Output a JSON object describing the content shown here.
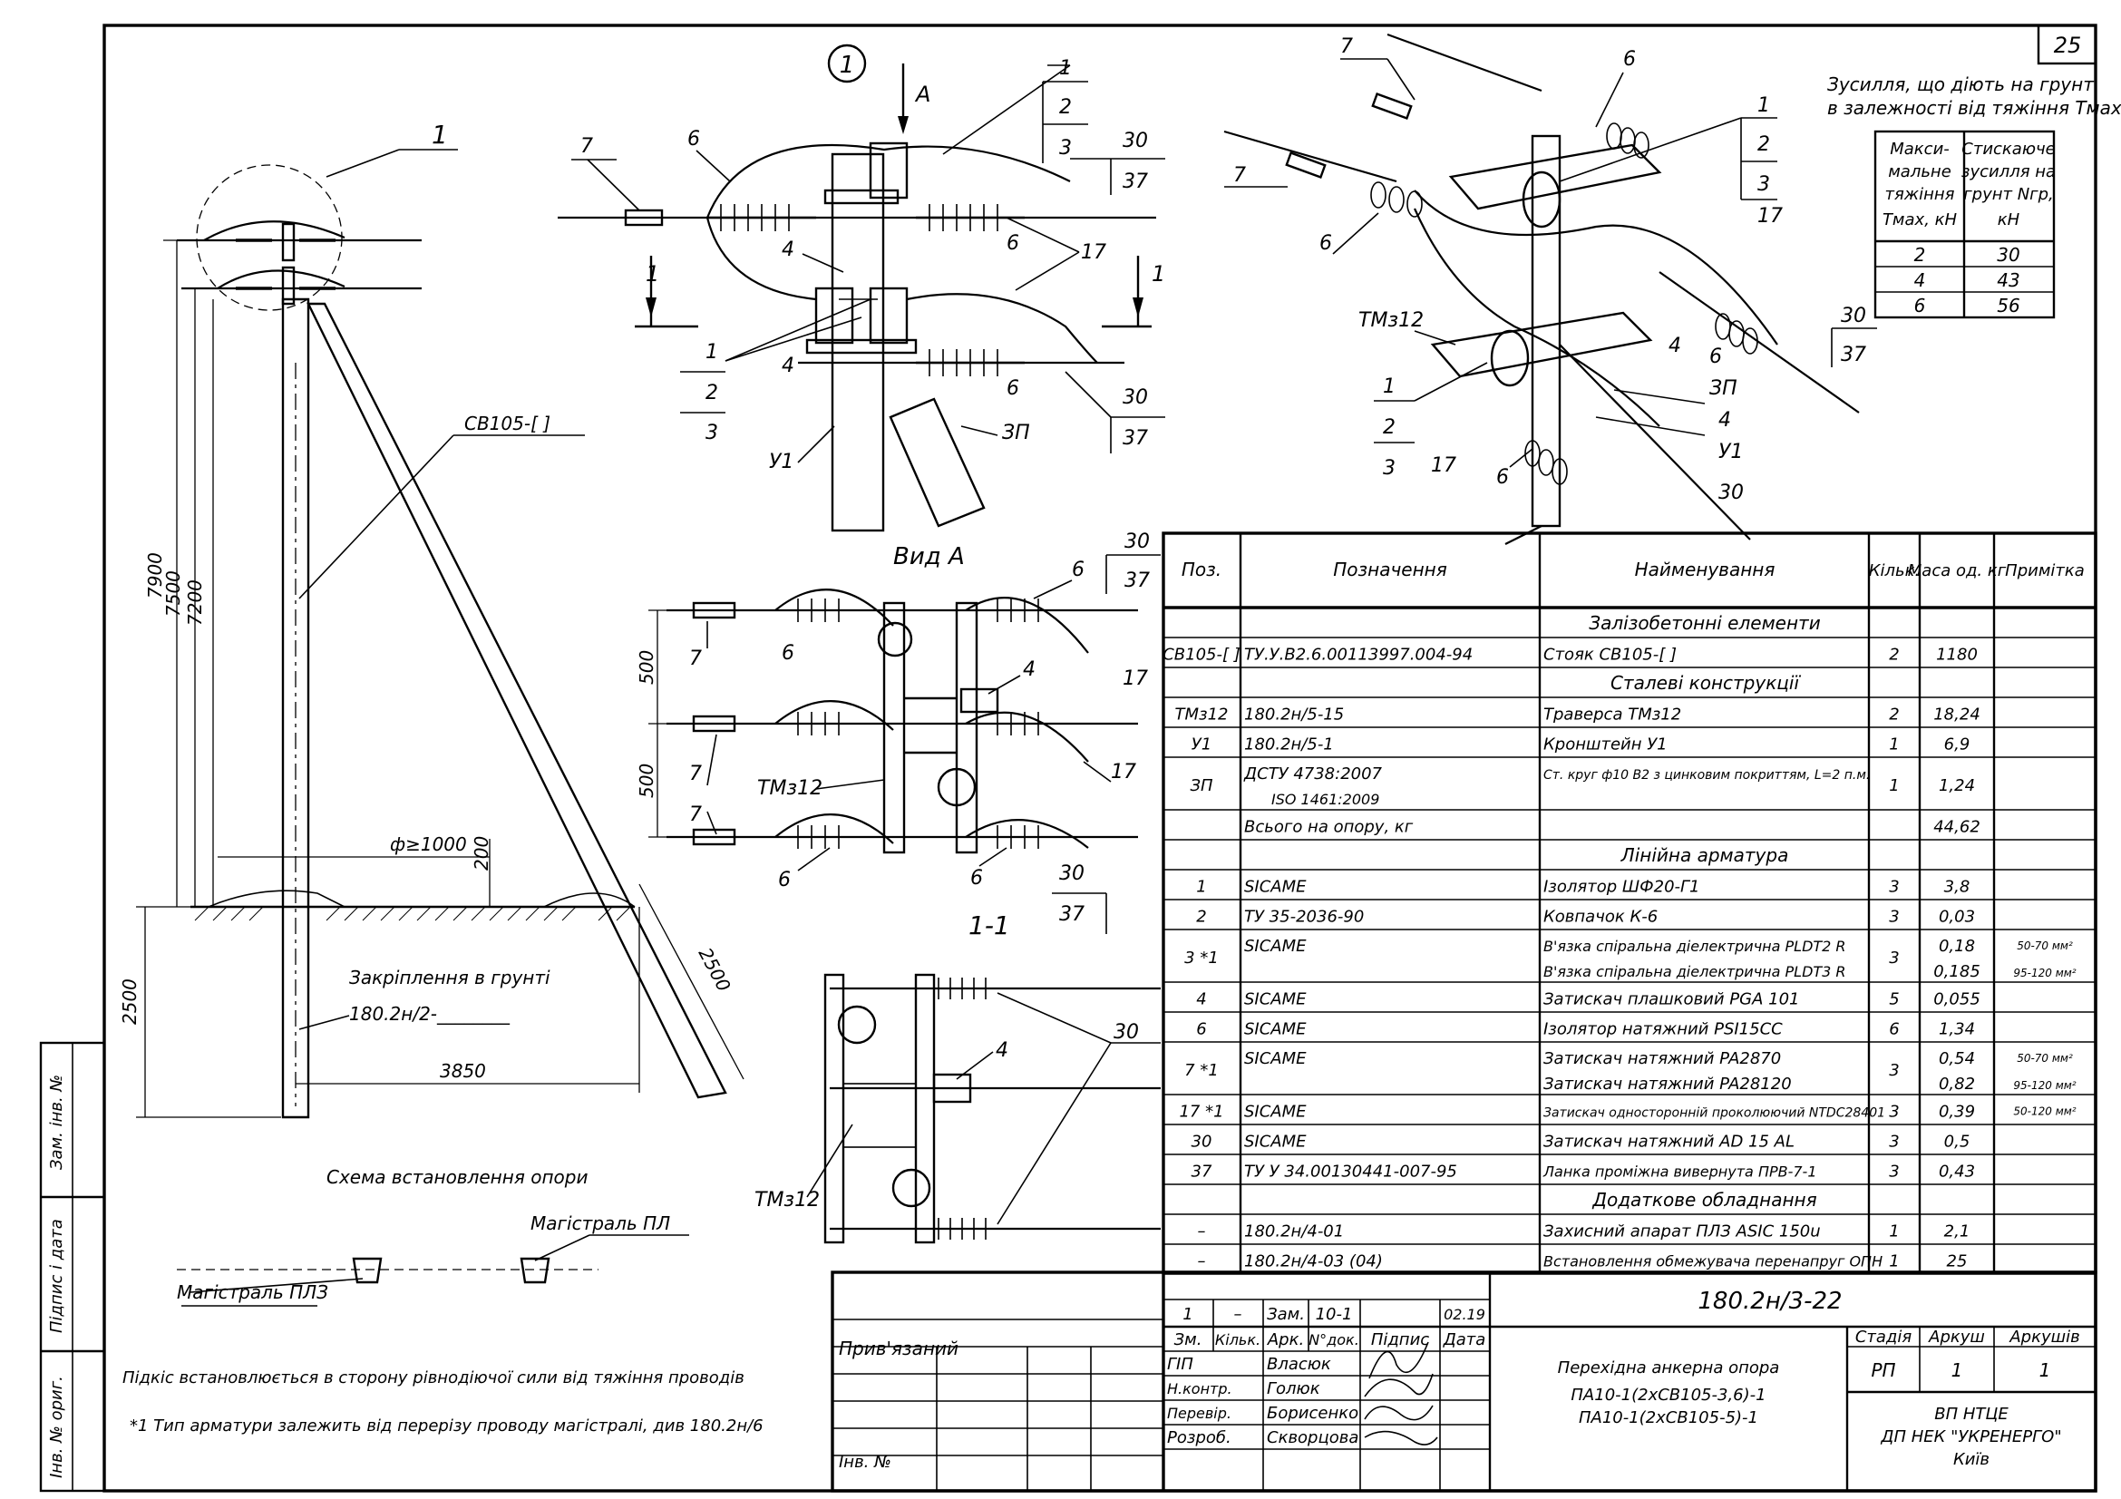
{
  "sheet": {
    "page_number": "25",
    "drawing_code": "180.2н/3-22",
    "title_lines": [
      "Перехідна анкерна опора",
      "ПА10-1(2хСВ105-3,6)-1",
      "ПА10-1(2хСВ105-5)-1"
    ],
    "org_lines": [
      "ВП НТЦЕ",
      "ДП НЕК \"УКРЕНЕРГО\"",
      "Київ"
    ],
    "bound_label": "Прив'язаний",
    "inv_label": "Інв. №",
    "stage_label": "Стадія",
    "sheet_label": "Аркуш",
    "sheets_label": "Аркушів",
    "stage_value": "РП",
    "sheet_value": "1",
    "sheets_value": "1"
  },
  "revision": {
    "values": [
      "1",
      "–",
      "Зам.",
      "10-1",
      "",
      "02.19"
    ],
    "headers": [
      "Зм.",
      "Кільк.",
      "Арк.",
      "N°док.",
      "Підпис",
      "Дата"
    ]
  },
  "signatures": [
    {
      "role": "ГІП",
      "name": "Власюк"
    },
    {
      "role": "Н.контр.",
      "name": "Голюк"
    },
    {
      "role": "Перевір.",
      "name": "Борисенко"
    },
    {
      "role": "Розроб.",
      "name": "Скворцова"
    }
  ],
  "side_stamp": [
    "Інв. № ориг.",
    "Підпис і дата",
    "Зам. інв. №"
  ],
  "notes": {
    "scheme_caption": "Схема встановлення опори",
    "brace_note": "Підкіс встановлюється в сторону рівнодіючої сили від тяжіння проводів",
    "footnote": "*1 Тип арматури залежить від перерізу проводу магістралі, див 180.2н/6",
    "line_vl": "Магістраль ПЛ",
    "line_plz": "Магістраль ПЛЗ",
    "fixing_label": "Закріплення в грунті",
    "fixing_ref": "180.2н/2-________"
  },
  "view_labels": {
    "view_a": "Вид А",
    "section_11": "1-1",
    "callout_1": "1",
    "arrow_a": "А",
    "section_mark": "1"
  },
  "dims": {
    "h7900": "7900",
    "h7500": "7500",
    "h7200": "7200",
    "h2500": "2500",
    "d3850": "3850",
    "d2500b": "2500",
    "d200": "200",
    "diam": "ф≥1000",
    "s500a": "500",
    "s500b": "500",
    "pole_label": "СВ105-[        ]"
  },
  "force_table": {
    "caption": [
      "Зусилля, що діють на грунт",
      "в залежності від тяжіння Tмах"
    ],
    "headers": [
      [
        "Макси-",
        "мальне",
        "тяжіння",
        "Tмах, кН"
      ],
      [
        "Стискаюче",
        "зусилля на",
        "грунт Nгр,",
        "кН"
      ]
    ],
    "rows": [
      [
        "2",
        "30"
      ],
      [
        "4",
        "43"
      ],
      [
        "6",
        "56"
      ]
    ]
  },
  "spec": {
    "headers": [
      "Поз.",
      "Позначення",
      "Найменування",
      "Кільк.",
      "Маса од. кг",
      "Примітка"
    ],
    "rows": [
      {
        "section": "Залізобетонні елементи"
      },
      {
        "pos": "СВ105-[  ]",
        "code": "ТУ.У.В2.6.00113997.004-94",
        "name": "Стояк СВ105-[            ]",
        "qty": "2",
        "mass": "1180",
        "note": ""
      },
      {
        "section": "Сталеві конструкції"
      },
      {
        "pos": "ТМз12",
        "code": "180.2н/5-15",
        "name": "Траверса ТМз12",
        "qty": "2",
        "mass": "18,24",
        "note": ""
      },
      {
        "pos": "У1",
        "code": "180.2н/5-1",
        "name": "Кронштейн У1",
        "qty": "1",
        "mass": "6,9",
        "note": ""
      },
      {
        "pos": "ЗП",
        "code": "ДСТУ 4738:2007",
        "code2": "ISO 1461:2009",
        "name": "Ст. круг ф10 В2 з цинковим покриттям, L=2 п.м.",
        "qty": "1",
        "mass": "1,24",
        "note": ""
      },
      {
        "pos": "",
        "code": "Всього на опору, кг",
        "name": "",
        "qty": "",
        "mass": "44,62",
        "note": ""
      },
      {
        "section": "Лінійна арматура"
      },
      {
        "pos": "1",
        "code": "SICAME",
        "name": "Ізолятор ШФ20-Г1",
        "qty": "3",
        "mass": "3,8",
        "note": ""
      },
      {
        "pos": "2",
        "code": "ТУ 35-2036-90",
        "name": "Ковпачок К-6",
        "qty": "3",
        "mass": "0,03",
        "note": ""
      },
      {
        "pos": "3 *1",
        "code": "SICAME",
        "name": "В'язка спіральна діелектрична PLDT2 R",
        "name2": "В'язка спіральна діелектрична PLDT3 R",
        "qty": "3",
        "mass": "0,18",
        "mass2": "0,185",
        "note": "50-70 мм²",
        "note2": "95-120 мм²"
      },
      {
        "pos": "4",
        "code": "SICAME",
        "name": "Затискач плашковий PGA 101",
        "qty": "5",
        "mass": "0,055",
        "note": ""
      },
      {
        "pos": "6",
        "code": "SICAME",
        "name": "Ізолятор натяжний PSI15CC",
        "qty": "6",
        "mass": "1,34",
        "note": ""
      },
      {
        "pos": "7 *1",
        "code": "SICAME",
        "name": "Затискач натяжний PA2870",
        "name2": "Затискач натяжний PA28120",
        "qty": "3",
        "mass": "0,54",
        "mass2": "0,82",
        "note": "50-70 мм²",
        "note2": "95-120 мм²"
      },
      {
        "pos": "17 *1",
        "code": "SICAME",
        "name": "Затискач односторонній проколюючий NTDC28401",
        "qty": "3",
        "mass": "0,39",
        "note": "50-120 мм²"
      },
      {
        "pos": "30",
        "code": "SICAME",
        "name": "Затискач натяжний AD 15 AL",
        "qty": "3",
        "mass": "0,5",
        "note": ""
      },
      {
        "pos": "37",
        "code": "ТУ У 34.00130441-007-95",
        "name": "Ланка проміжна вивернута ПРВ-7-1",
        "qty": "3",
        "mass": "0,43",
        "note": ""
      },
      {
        "section": "Додаткове обладнання"
      },
      {
        "pos": "–",
        "code": "180.2н/4-01",
        "name": "Захисний апарат ПЛЗ ASIC 150u",
        "qty": "1",
        "mass": "2,1",
        "note": ""
      },
      {
        "pos": "–",
        "code": "180.2н/4-03 (04)",
        "name": "Встановлення обмежувача перенапруг ОПН",
        "qty": "1",
        "mass": "25",
        "note": ""
      }
    ]
  },
  "callouts": {
    "n1": "1",
    "n2": "2",
    "n3": "3",
    "n4": "4",
    "n6": "6",
    "n7": "7",
    "n17": "17",
    "n30": "30",
    "n37": "37",
    "zp": "ЗП",
    "u1": "У1",
    "tmz": "ТМз12"
  }
}
